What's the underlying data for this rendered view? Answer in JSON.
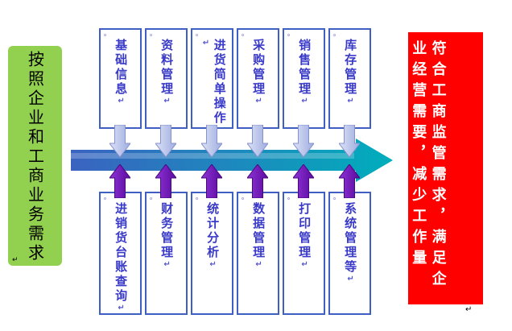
{
  "left_banner": {
    "text": "按照企业和工商业务需求",
    "background": "#92D050"
  },
  "right_banner": {
    "column_right": "符合工商监管需求，满足企",
    "column_left": "业经营需要，减少工作量",
    "background": "#FF0000"
  },
  "top_modules": [
    {
      "label": "基础信息"
    },
    {
      "label": "资料管理"
    },
    {
      "label": "进货简单操作"
    },
    {
      "label": "采购管理"
    },
    {
      "label": "销售管理"
    },
    {
      "label": "库存管理"
    }
  ],
  "bottom_modules": [
    {
      "label": "进销货台账查询"
    },
    {
      "label": "财务管理"
    },
    {
      "label": "统计分析"
    },
    {
      "label": "数据管理"
    },
    {
      "label": "打印管理"
    },
    {
      "label": "系统管理等"
    }
  ],
  "marks": {
    "return_mark": "↵",
    "anchor_mark": "。"
  },
  "colors": {
    "box_border": "#3F5FC2",
    "box_text": "#3A3AC8",
    "down_arrow_light": "#DCE2F6",
    "down_arrow_dark": "#9FADE0",
    "up_arrow_light": "#8F35D6",
    "up_arrow_dark": "#5A0A9E",
    "flow_arrow_start": "#3A63C0",
    "flow_arrow_end": "#00AEBB"
  }
}
